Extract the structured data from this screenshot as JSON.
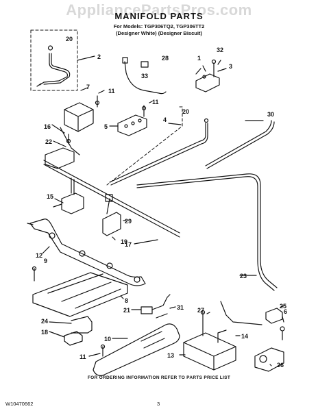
{
  "watermark": "AppliancePartsPros.com",
  "title": "MANIFOLD PARTS",
  "subtitle_models": "For Models: TGP306TQ2, TGP306TT2",
  "subtitle_colors": "(Designer White) (Designer Biscuit)",
  "footer": "FOR ORDERING INFORMATION REFER TO PARTS PRICE LIST",
  "doc_number": "W10470662",
  "page_number": "3",
  "callouts": {
    "c20a": "20",
    "c2": "2",
    "c28": "28",
    "c33": "33",
    "c1": "1",
    "c32": "32",
    "c3": "3",
    "c7": "7",
    "c11a": "11",
    "c11b": "11",
    "c20b": "20",
    "c30": "30",
    "c4": "4",
    "c5": "5",
    "c16": "16",
    "c22": "22",
    "c15": "15",
    "c29": "29",
    "c19": "19",
    "c17": "17",
    "c12": "12",
    "c9": "9",
    "c23": "23",
    "c8": "8",
    "c25": "25",
    "c21": "21",
    "c31": "31",
    "c27": "27",
    "c24": "24",
    "c6": "6",
    "c18": "18",
    "c10": "10",
    "c14": "14",
    "c13": "13",
    "c11c": "11",
    "c26": "26"
  }
}
